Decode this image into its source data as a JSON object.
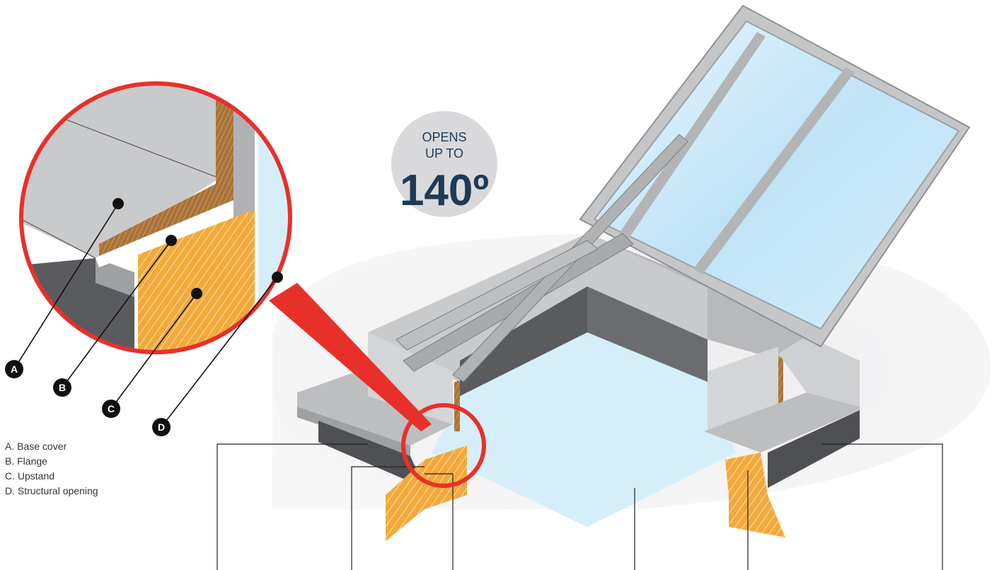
{
  "badge": {
    "line1": "OPENS",
    "line2": "UP TO",
    "angle": "140º"
  },
  "markers": [
    {
      "letter": "A"
    },
    {
      "letter": "B"
    },
    {
      "letter": "C"
    },
    {
      "letter": "D"
    }
  ],
  "legend": [
    {
      "text": "A. Base cover"
    },
    {
      "text": "B. Flange"
    },
    {
      "text": "C. Upstand"
    },
    {
      "text": "D. Structural opening"
    }
  ],
  "colors": {
    "accent_red": "#e8302a",
    "badge_grey": "#d9d9db",
    "badge_text": "#1f3a55",
    "upstand_orange": "#f2a93b",
    "glass": "#d6eef9",
    "metal": "#c9cacc",
    "dark_grey": "#5a5b5e"
  }
}
